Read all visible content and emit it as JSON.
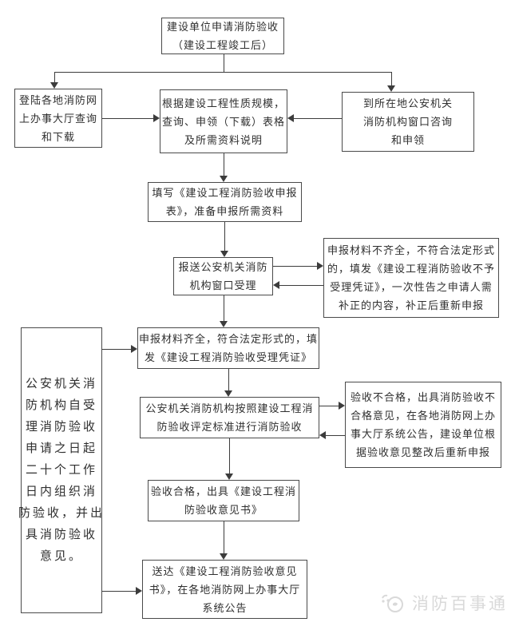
{
  "colors": {
    "line": "#3c3c3c",
    "border": "#4a4a4a",
    "text": "#2f2f2f",
    "watermark": "#d9d9d9",
    "background": "#ffffff"
  },
  "nodes": {
    "apply": {
      "lines": [
        "建设单位申请消防验收",
        "（建设工程竣工后）"
      ]
    },
    "web": {
      "lines": [
        "登陆各地消防网",
        "上办事大厅查询",
        "和下载"
      ]
    },
    "forms": {
      "lines": [
        "根据建设工程性质规模，",
        "查询、申领（下载）表格",
        "及所需资料说明"
      ]
    },
    "window": {
      "lines": [
        "到所在地公安机关",
        "消防机构窗口咨询",
        "和申领"
      ]
    },
    "fill": {
      "lines": [
        "填写《建设工程消防验收申报",
        "表》，准备申报所需资料"
      ]
    },
    "submit": {
      "lines": [
        "报送公安机关消防",
        "机构窗口受理"
      ]
    },
    "incomplete": {
      "lines": [
        "申报材料不齐全，不符合法定形式",
        "的，填发《建设工程消防验收不予",
        "受理凭证》，一次性告之申请人需",
        "补正的内容，补正后重新申报"
      ]
    },
    "complete": {
      "lines": [
        "申报材料齐全，符合法定形式的，填",
        "发《建设工程消防验收受理凭证》"
      ]
    },
    "timeline": {
      "lines": [
        "公安机关消",
        "防机构自受",
        "理消防验收",
        "申请之日起",
        "二十个工作",
        "日内组织消",
        "防验收，并出",
        "具消防验收",
        "意见。"
      ]
    },
    "conduct": {
      "lines": [
        "公安机关消防机构按照建设工程消",
        "防验收评定标准进行消防验收"
      ]
    },
    "fail": {
      "lines": [
        "验收不合格，出具消防验收不",
        "合格意见，在各地消防网上办",
        "事大厅系统公告，建设单位根",
        "据验收意见整改后重新申报"
      ]
    },
    "pass": {
      "lines": [
        "验收合格，出具《建设工程消",
        "防验收意见书》"
      ]
    },
    "deliver": {
      "lines": [
        "送达《建设工程消防验收意见",
        "书》，在各地消防网上办事大厅",
        "系统公告"
      ]
    }
  },
  "watermark": {
    "text": "消防百事通",
    "icon": "mascot-logo"
  }
}
